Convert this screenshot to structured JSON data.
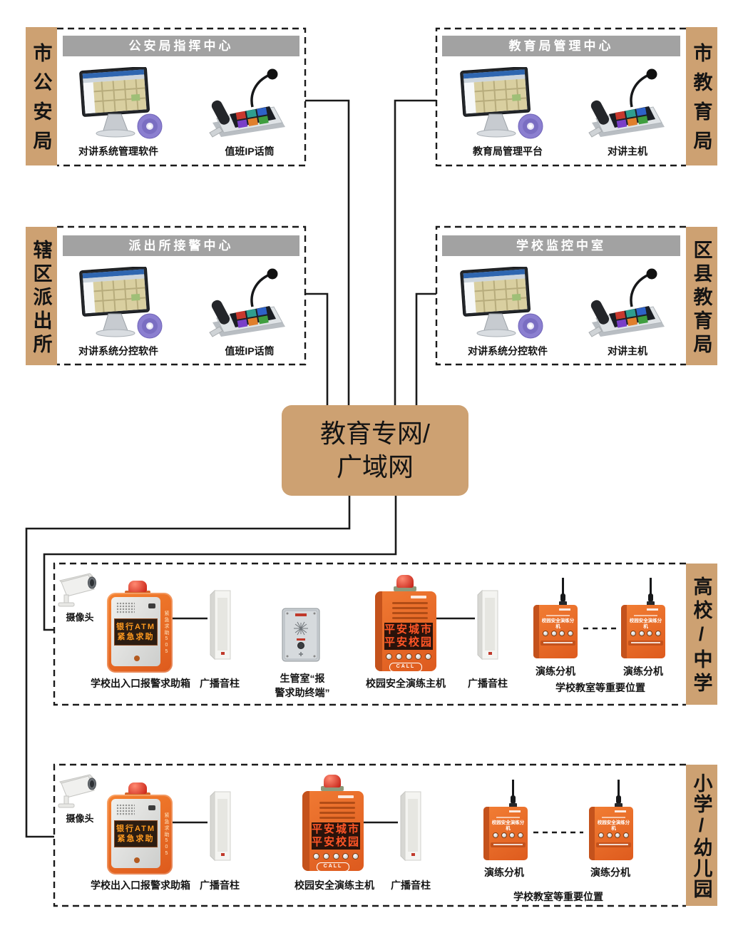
{
  "colors": {
    "tan": "#CDA172",
    "header_gray": "#A2A2A2",
    "line_black": "#1A1A1A",
    "device_orange": "#E86A28",
    "beacon_red": "#C81E12",
    "led_orange": "#FF9A1F",
    "led_red": "#FF5526"
  },
  "agencies": [
    {
      "side_label": "市公安局",
      "header": "公安局指挥中心",
      "computer_label": "对讲系统管理软件",
      "phone_label": "值班IP话筒"
    },
    {
      "side_label": "市教育局",
      "header": "教育局管理中心",
      "computer_label": "教育局管理平台",
      "phone_label": "对讲主机"
    },
    {
      "side_label": "辖区派出所",
      "header": "派出所接警中心",
      "computer_label": "对讲系统分控软件",
      "phone_label": "值班IP话筒"
    },
    {
      "side_label": "区县教育局",
      "header": "学校监控中室",
      "computer_label": "对讲系统分控软件",
      "phone_label": "对讲主机"
    }
  ],
  "network": {
    "line1": "教育专网/",
    "line2": "广域网"
  },
  "schools": [
    {
      "side_label": "高校/中学",
      "camera_label": "摄像头",
      "alarm_label": "学校出入口报警求助箱",
      "speaker_label": "广播音柱",
      "intercom_line1": "生管室“报",
      "intercom_line2": "警求助终端”",
      "host_label": "校园安全演练主机",
      "speaker2_label": "广播音柱",
      "ext_label": "演练分机",
      "ext2_label": "演练分机",
      "classroom_label": "学校教室等重要位置"
    },
    {
      "side_label": "小学/幼儿园",
      "camera_label": "摄像头",
      "alarm_label": "学校出入口报警求助箱",
      "speaker_label": "广播音柱",
      "host_label": "校园安全演练主机",
      "speaker2_label": "广播音柱",
      "ext_label": "演练分机",
      "ext2_label": "演练分机",
      "classroom_label": "学校教室等重要位置"
    }
  ],
  "device_text": {
    "alarm_led1": "银行ATM",
    "alarm_led2": "紧急求助",
    "alarm_side": "紧急求助505",
    "host_led1": "平安城市",
    "host_led2": "平安校园",
    "host_call": "CALL",
    "ext_face": "校园安全演练分机"
  }
}
